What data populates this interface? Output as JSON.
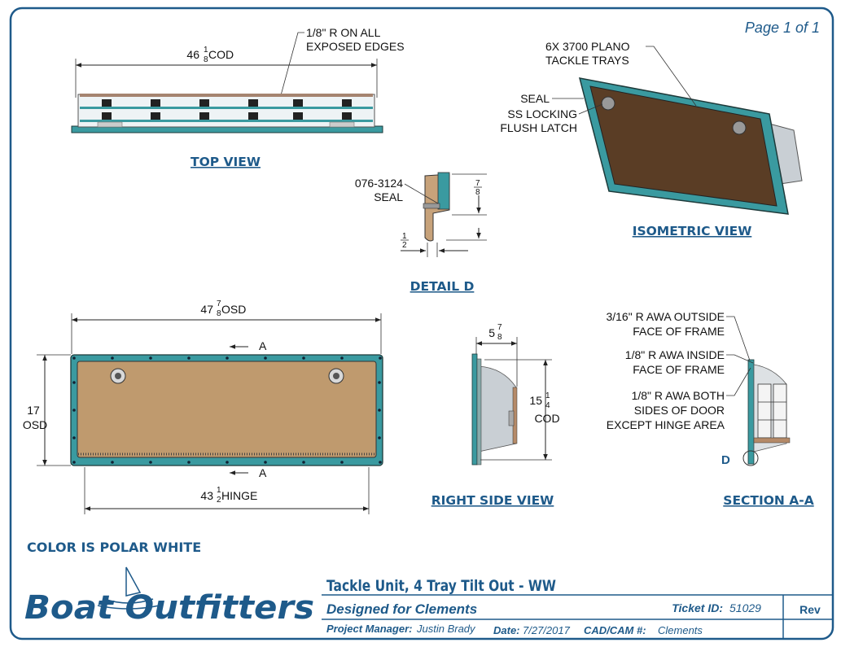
{
  "page": {
    "label": "Page 1 of 1"
  },
  "views": {
    "top": {
      "heading": "TOP VIEW",
      "dim": "46",
      "dim_frac": [
        "1",
        "8"
      ],
      "dim_suffix": " COD",
      "callout": [
        "1/8\" R ON ALL",
        "EXPOSED EDGES"
      ]
    },
    "detail": {
      "heading": "DETAIL  D",
      "part": "076-3124",
      "part_label": "SEAL",
      "frac_a": [
        "7",
        "8"
      ],
      "frac_b": [
        "1",
        "2"
      ]
    },
    "isometric": {
      "heading": "ISOMETRIC VIEW",
      "trays": [
        "6X 3700 PLANO",
        "TACKLE TRAYS"
      ],
      "seal": "SEAL",
      "latch": [
        "SS LOCKING",
        "FLUSH LATCH"
      ]
    },
    "front": {
      "osd_w": "47",
      "osd_w_frac": [
        "7",
        "8"
      ],
      "osd_w_suffix": " OSD",
      "osd_h": "17",
      "osd_h_label": "OSD",
      "hinge": "43",
      "hinge_frac": [
        "1",
        "2"
      ],
      "hinge_suffix": " HINGE",
      "section_mark": "A"
    },
    "right_side": {
      "heading": "RIGHT SIDE VIEW",
      "depth": "5",
      "depth_frac": [
        "7",
        "8"
      ],
      "height": "15",
      "height_frac": [
        "1",
        "4"
      ],
      "height_label": "COD"
    },
    "section": {
      "heading": "SECTION A-A",
      "notes": [
        [
          "3/16\" R AWA OUTSIDE",
          "FACE OF FRAME"
        ],
        [
          "1/8\" R AWA INSIDE",
          "FACE OF FRAME"
        ],
        [
          "1/8\" R AWA BOTH",
          "SIDES OF DOOR",
          "EXCEPT HINGE AREA"
        ]
      ],
      "detail_mark": "D"
    }
  },
  "color_note": "COLOR IS POLAR WHITE",
  "title_block": {
    "logo": "Boat Outfitters",
    "title": "Tackle Unit, 4 Tray Tilt Out - WW",
    "designed_for": "Designed for Clements",
    "ticket_label": "Ticket ID:",
    "ticket_value": "51029",
    "rev_label": "Rev",
    "pm_label": "Project Manager:",
    "pm_value": "Justin Brady",
    "date_label": "Date:",
    "date_value": "7/27/2017",
    "cad_label": "CAD/CAM #:",
    "cad_value": "Clements"
  },
  "colors": {
    "frame": "#3a9aa0",
    "wood": "#bf9a6e",
    "brand": "#1e5a8a",
    "border": "#1e5a8a"
  }
}
